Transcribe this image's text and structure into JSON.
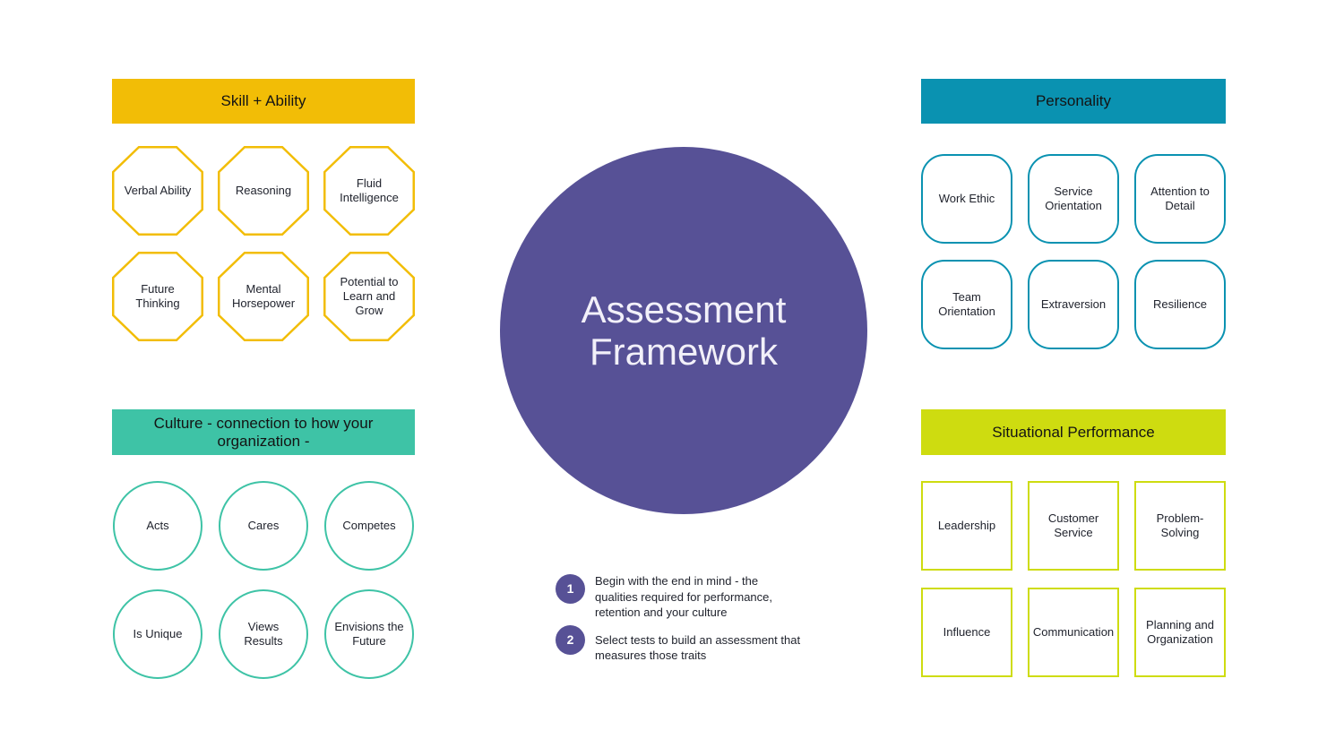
{
  "title": {
    "line1": "Assessment",
    "line2": "Framework"
  },
  "colors": {
    "skill": "#F2BD06",
    "personality": "#0A92B1",
    "culture": "#3EC3A6",
    "situational": "#CEDC10",
    "purple": "#575196",
    "header_text": "#141414",
    "body_text": "#21242E",
    "title_text": "#F2F0F9",
    "background": "#FFFFFF"
  },
  "sections": {
    "skill": {
      "header": "Skill + Ability",
      "items": [
        "Verbal Ability",
        "Reasoning",
        "Fluid Intelligence",
        "Future Thinking",
        "Mental Horsepower",
        "Potential to Learn and Grow"
      ]
    },
    "personality": {
      "header": "Personality",
      "items": [
        "Work Ethic",
        "Service Orientation",
        "Attention to Detail",
        "Team Orientation",
        "Extraversion",
        "Resilience"
      ]
    },
    "culture": {
      "header_line1": "Culture - connection to how your",
      "header_line2": "organization -",
      "items": [
        "Acts",
        "Cares",
        "Competes",
        "Is Unique",
        "Views Results",
        "Envisions the Future"
      ]
    },
    "situational": {
      "header": "Situational Performance",
      "items": [
        "Leadership",
        "Customer Service",
        "Problem-Solving",
        "Influence",
        "Communication",
        "Planning and Organization"
      ]
    }
  },
  "steps": [
    {
      "number": "1",
      "lines": [
        "Begin with the end in mind - the",
        "qualities required for performance,",
        "retention and your culture"
      ]
    },
    {
      "number": "2",
      "lines": [
        "Select tests to build an assessment that",
        "measures those traits"
      ]
    }
  ]
}
